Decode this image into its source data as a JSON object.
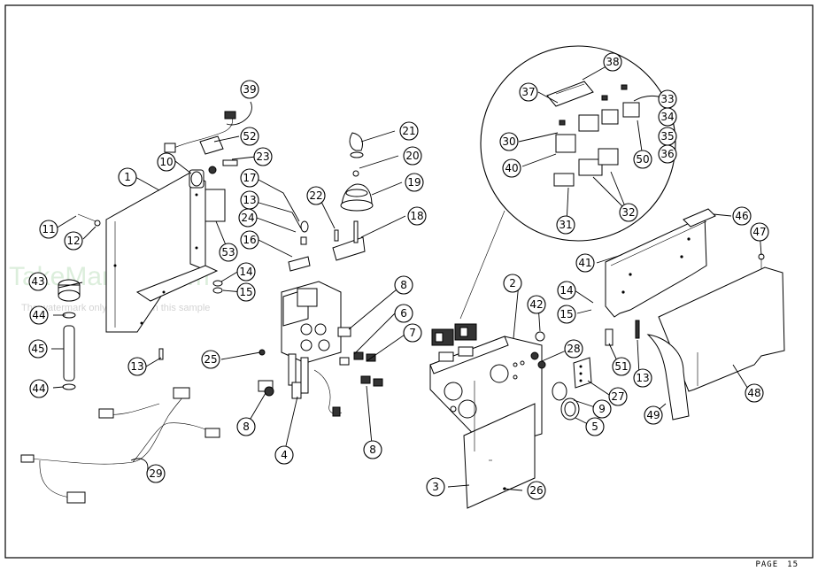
{
  "page": {
    "label": "PAGE",
    "number": "15"
  },
  "watermark": {
    "title": "TakeManual.com",
    "note": "The watermark only appears on this sample"
  },
  "callouts": [
    "1",
    "2",
    "3",
    "4",
    "5",
    "6",
    "7",
    "8",
    "8",
    "8",
    "9",
    "10",
    "11",
    "12",
    "13",
    "13",
    "13",
    "14",
    "14",
    "15",
    "15",
    "16",
    "17",
    "18",
    "19",
    "20",
    "21",
    "22",
    "23",
    "24",
    "25",
    "26",
    "27",
    "28",
    "29",
    "30",
    "31",
    "32",
    "33",
    "34",
    "35",
    "36",
    "37",
    "38",
    "39",
    "40",
    "41",
    "42",
    "43",
    "44",
    "44",
    "45",
    "46",
    "47",
    "48",
    "49",
    "50",
    "51",
    "52",
    "53"
  ]
}
